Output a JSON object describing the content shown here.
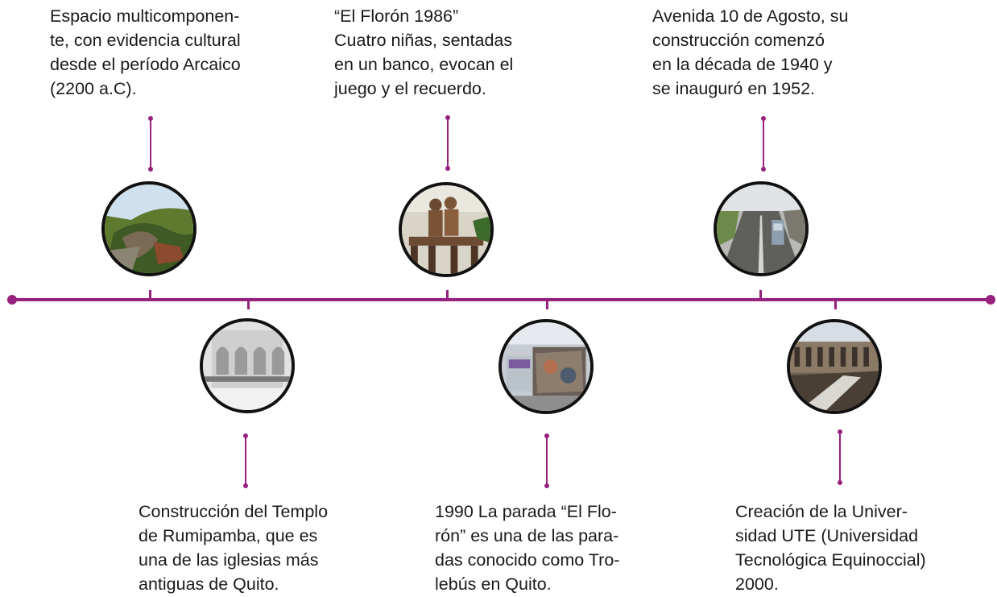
{
  "colors": {
    "accent": "#97217d",
    "photo_border": "#111111"
  },
  "events": [
    {
      "id": "arcaico",
      "position": "top",
      "lines": [
        "Espacio multicomponen-",
        "te, con evidencia cultural",
        "desde el período Arcaico",
        "(2200 a.C)."
      ],
      "image": "archaeological-site-photo"
    },
    {
      "id": "rumipamba",
      "position": "bottom",
      "lines": [
        "Construcción del Templo",
        "de Rumipamba, que es",
        "una de las iglesias más",
        "antiguas de Quito."
      ],
      "image": "church-photo"
    },
    {
      "id": "floron-1986",
      "position": "top",
      "lines": [
        "“El Florón 1986”",
        "Cuatro niñas, sentadas",
        "en un banco, evocan el",
        "juego y el recuerdo."
      ],
      "image": "sculpture-photo"
    },
    {
      "id": "trolebus-1990",
      "position": "bottom",
      "lines": [
        "1990 La parada “El Flo-",
        "rón” es una de las para-",
        "das conocido como Tro-",
        "lebús en Quito."
      ],
      "image": "trolebus-stop-photo"
    },
    {
      "id": "avenida-10-agosto",
      "position": "top",
      "lines": [
        "Avenida 10 de Agosto, su",
        "construcción comenzó",
        "en la década de 1940 y",
        "se inauguró en 1952."
      ],
      "image": "avenue-photo"
    },
    {
      "id": "ute-2000",
      "position": "bottom",
      "lines": [
        "Creación de la Univer-",
        "sidad UTE (Universidad",
        "Tecnológica Equinoccial)",
        "2000."
      ],
      "image": "university-photo"
    }
  ]
}
